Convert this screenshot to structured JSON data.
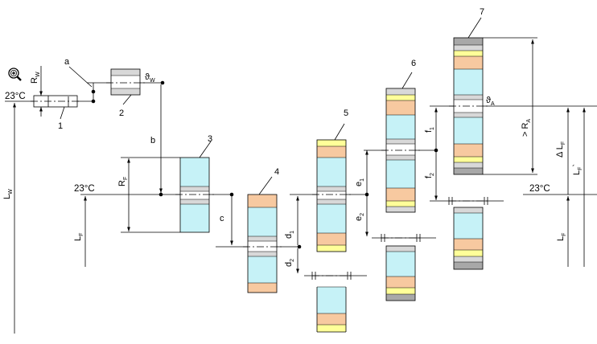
{
  "colors": {
    "cyan": "#c6f2f7",
    "orange": "#f7c9a0",
    "yellow": "#ffff99",
    "grey": "#d8d8d8",
    "dark_grey": "#a8a8a8"
  },
  "icons": {
    "zoom": "magnifier-plus-icon"
  },
  "labels": {
    "temp_wafer": "23°C",
    "temp_frame": "23°C",
    "temp_right": "23°C",
    "R_W": "R",
    "R_W_sub": "W",
    "theta_W": "ϑ",
    "theta_W_sub": "W",
    "theta_A": "ϑ",
    "theta_A_sub": "A",
    "R_F": "R",
    "R_F_sub": "F",
    "R_A": "> R",
    "R_A_sub": "A",
    "delta_LF": "Δ L",
    "delta_LF_sub": "F",
    "L_F_prime": "L",
    "L_F_prime_sub": "F",
    "L_F_prime_mark": "`",
    "L_W": "L",
    "L_W_sub": "W",
    "L_F_left": "L",
    "L_F_left_sub": "F",
    "L_F_right": "L",
    "L_F_right_sub": "F",
    "a": "a",
    "b": "b",
    "c": "c",
    "d1": "d",
    "d1_sub": "1",
    "d2": "d",
    "d2_sub": "2",
    "e1": "e",
    "e1_sub": "1",
    "e2": "e",
    "e2_sub": "2",
    "f1": "f",
    "f1_sub": "1",
    "f2": "f",
    "f2_sub": "2",
    "n1": "1",
    "n2": "2",
    "n3": "3",
    "n4": "4",
    "n5": "5",
    "n6": "6",
    "n7": "7"
  }
}
